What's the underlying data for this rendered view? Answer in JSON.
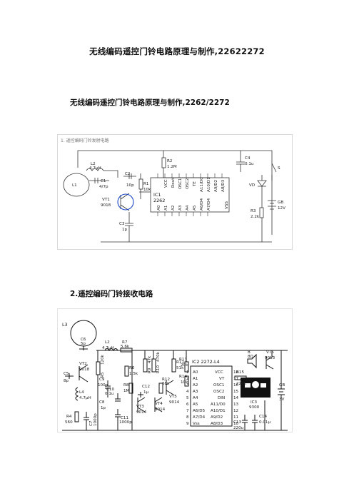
{
  "document": {
    "title": "无线编码遥控门铃电路原理与制作,22622272",
    "section1_title": "无线编码遥控门铃电路原理与制作,2262/2272",
    "section2_title": "2.遥控编码门铃接收电路"
  },
  "figure1": {
    "caption": "1. 遥控编码门铃发射电路",
    "labels": {
      "l2": "L2",
      "l2_val": "4.7μH",
      "l1": "L1",
      "c1": "C1",
      "c1_val": "4/7p",
      "c2": "C2",
      "c2_val": "10p",
      "r1": "R1",
      "r1_val": "10k",
      "r2": "R2",
      "r2_val": "1.2M",
      "vt1": "VT1",
      "vt1_val": "9018",
      "c3": "C3",
      "c3_val": "1p",
      "ic1": "IC1",
      "ic1_val": "2262",
      "c4": "C4",
      "c4_val": "0.1u",
      "vd": "VD",
      "s": "S",
      "r3": "R3",
      "r3_val": "2.2k",
      "gb": "GB",
      "gb_val": "12V",
      "pin_vcc": "VCC",
      "pin_dout": "Dout",
      "pin_osc1": "OSC1",
      "pin_osc2": "OSC2",
      "pin_te": "TE",
      "pin_a11": "A11/D0",
      "pin_a10": "A10/D1",
      "pin_a9": "A9/D2",
      "pin_a8": "A8/D3",
      "pin_vss": "VSS",
      "pin_a0": "A0",
      "pin_a1": "A1",
      "pin_a2": "A2",
      "pin_a3": "A3",
      "pin_a4": "A4",
      "pin_a5": "A5",
      "pin_a6": "A6/D4",
      "pin_a7": "A7/D4"
    }
  },
  "figure2": {
    "labels": {
      "l3": "L3",
      "c6": "C6",
      "c6_val": "5p",
      "c5": "C5",
      "c5_val": "8p",
      "vt2": "VT2",
      "vt2_val": "9018",
      "l4": "L4",
      "l4_val": "4.7μH",
      "c7": "C7",
      "c7_val": "1000p",
      "r4": "R4",
      "r4_val": "560",
      "r5": "R5",
      "r5_val": "120k",
      "l2": "L2",
      "l2_val": "4.7μH",
      "r7": "R7",
      "r7_val": "5.6k",
      "c9": "C9",
      "c9_val": "100p",
      "c8": "C8",
      "c8_val": "1p",
      "c10": "C10",
      "c10_val": "0.1u",
      "r6": "R6",
      "r6_val": "1.5k",
      "r8": "R8",
      "r8_val": "1M",
      "r9": "R9",
      "r9_val": "47k",
      "r10": "R10",
      "r10_val": "470k",
      "r12": "R12",
      "r12_val": "68k",
      "c11": "C11",
      "c11_val": "1000p",
      "c12": "C12",
      "c12_val": "1μ",
      "vt3": "VT3",
      "vt3_val": "9014",
      "vt4": "VT4",
      "vt4_val": "9014",
      "vt5": "VT5",
      "vt5_val": "9014",
      "r11": "R11",
      "r11_val": "51k",
      "r13": "R13",
      "r13_val": "20k",
      "r14": "R14",
      "r14_val": "10k",
      "ic2": "IC2 2272-L4",
      "pins_left": [
        "A0",
        "A1",
        "A2",
        "A3",
        "A4",
        "A5",
        "A6/D5",
        "A7/D4",
        "Vss"
      ],
      "pins_left_nums": [
        "1",
        "2",
        "3",
        "4",
        "5",
        "6",
        "7",
        "8",
        "9"
      ],
      "pins_right": [
        "VCC",
        "VT",
        "OSC1",
        "OSC2",
        "DIN",
        "A11/D0",
        "A10/D1",
        "A9/D2",
        "A8/D3"
      ],
      "pins_right_nums": [
        "18",
        "17",
        "16",
        "15",
        "14",
        "13",
        "12",
        "11",
        "10"
      ],
      "r15": "R15",
      "r15_val": "220k",
      "b": "B",
      "b_val": "8Ω",
      "vt6": "VT6",
      "vt6_val": "9013",
      "ic3": "IC3",
      "ic3_val": "9300",
      "gb": "GB",
      "gb_val": "3V",
      "c13": "C13",
      "c13_val": "220u",
      "c14": "C14",
      "c14_val": "0.01μ"
    }
  }
}
